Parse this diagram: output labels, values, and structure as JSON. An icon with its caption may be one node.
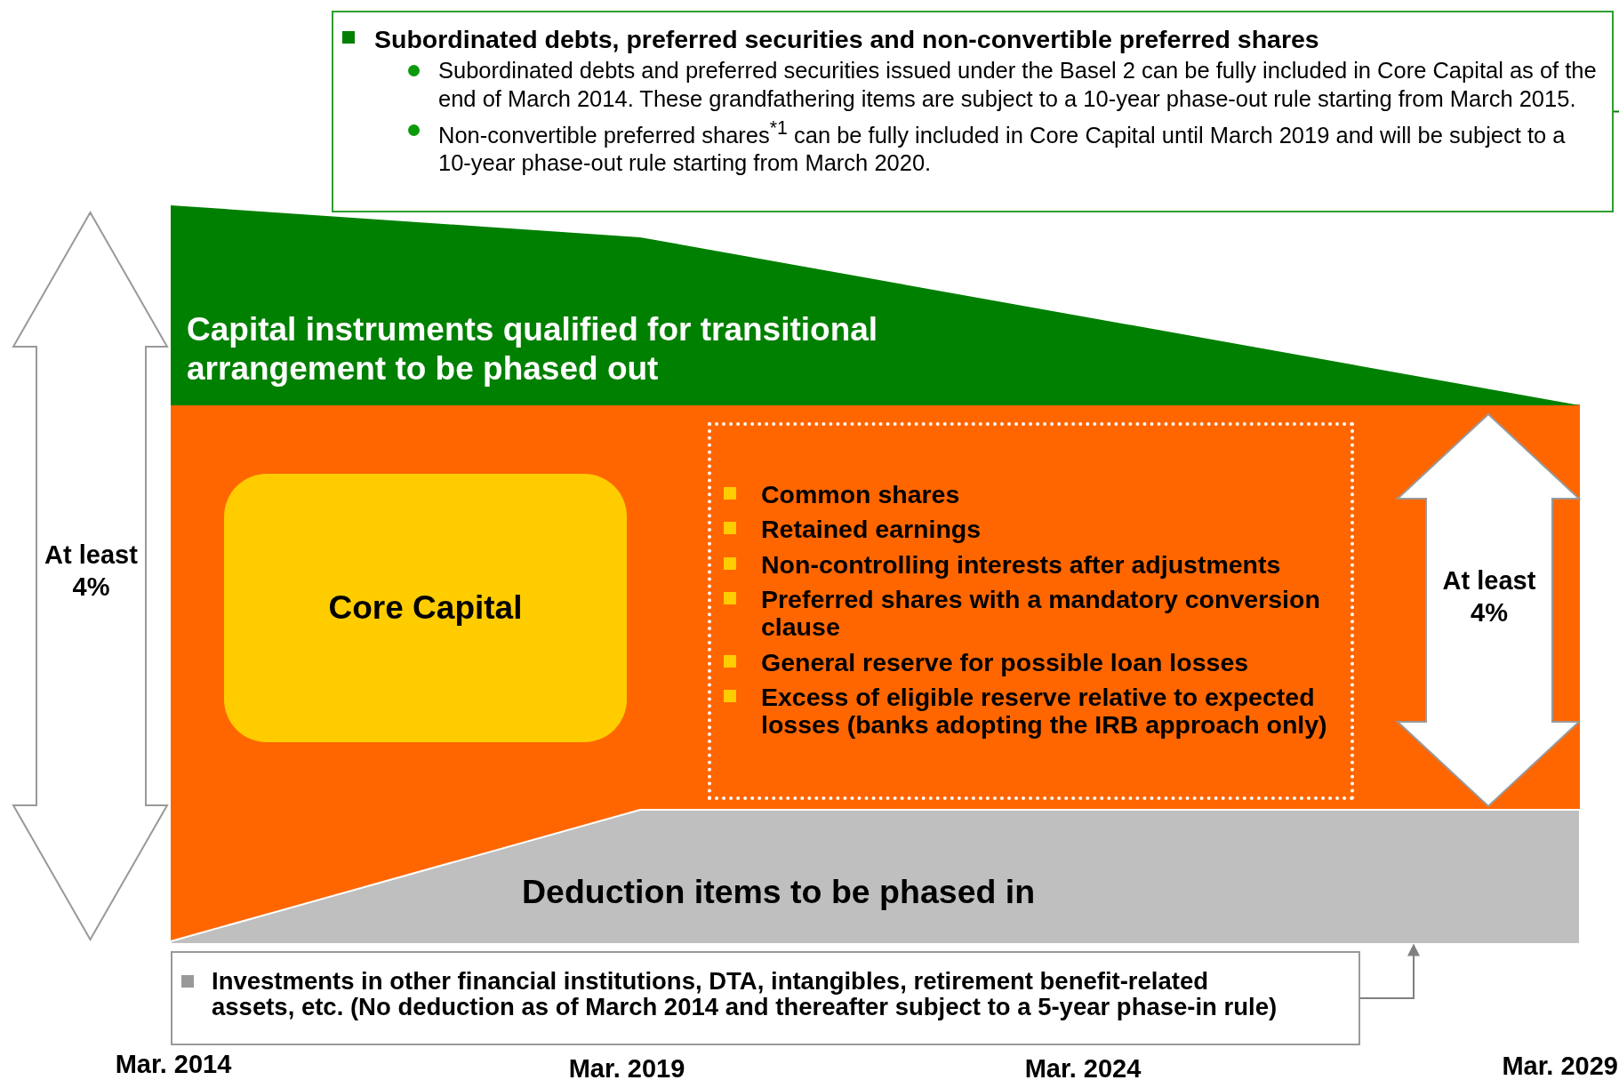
{
  "diagram": {
    "nodes": [
      {
        "text": [
          "Subordinated debts, preferred securities and non-convertible preferred shares",
          "Subordinated debts and preferred securities issued under the Basel 2 can be fully included in Core Capital as of the end of March 2014. These grandfathering items are subject to a 10-year phase-out rule starting from March 2015.",
          "Non-convertible preferred shares$^{*1}$ can be fully included in Core Capital until March 2019 and will be subject to a 10-year phase-out rule starting from March 2020."
        ]
      },
      {
        "text": [
          "At least 4%"
        ]
      },
      {
        "text": [
          "Capital instruments qualified for transitional arrangement to be phased out"
        ]
      },
      {
        "text": [
          "Core Capital"
        ]
      },
      {
        "text": [
          "Common shares",
          "Retained earnings",
          "Non-controlling interests after adjustments",
          "Preferred shares with a mandatory conversion clause",
          "General reserve for possible loan losses",
          "Excess of eligible reserve relative to expected losses (banks adopting the IRB approach only)"
        ]
      },
      {
        "text": [
          "At least 4%"
        ]
      },
      {
        "text": [
          "Deduction items to be phased in"
        ]
      },
      {
        "text": [
          "Investments in other financial institutions, DTA, intangibles, retirement benefit-related assets, etc. (No deduction as of March 2014 and thereafter subject to a 5-year phase-in rule)"
        ]
      }
    ],
    "edges": [
      {
        "from": 0,
        "to": 2,
        "arrow": "to",
        "color": "#008000"
      },
      {
        "from": 7,
        "to": 6,
        "arrow": "to",
        "color": "#808080"
      }
    ],
    "labels": [
      "Mar. 2014",
      "Mar. 2019",
      "Mar. 2024",
      "Mar. 2029"
    ]
  }
}
